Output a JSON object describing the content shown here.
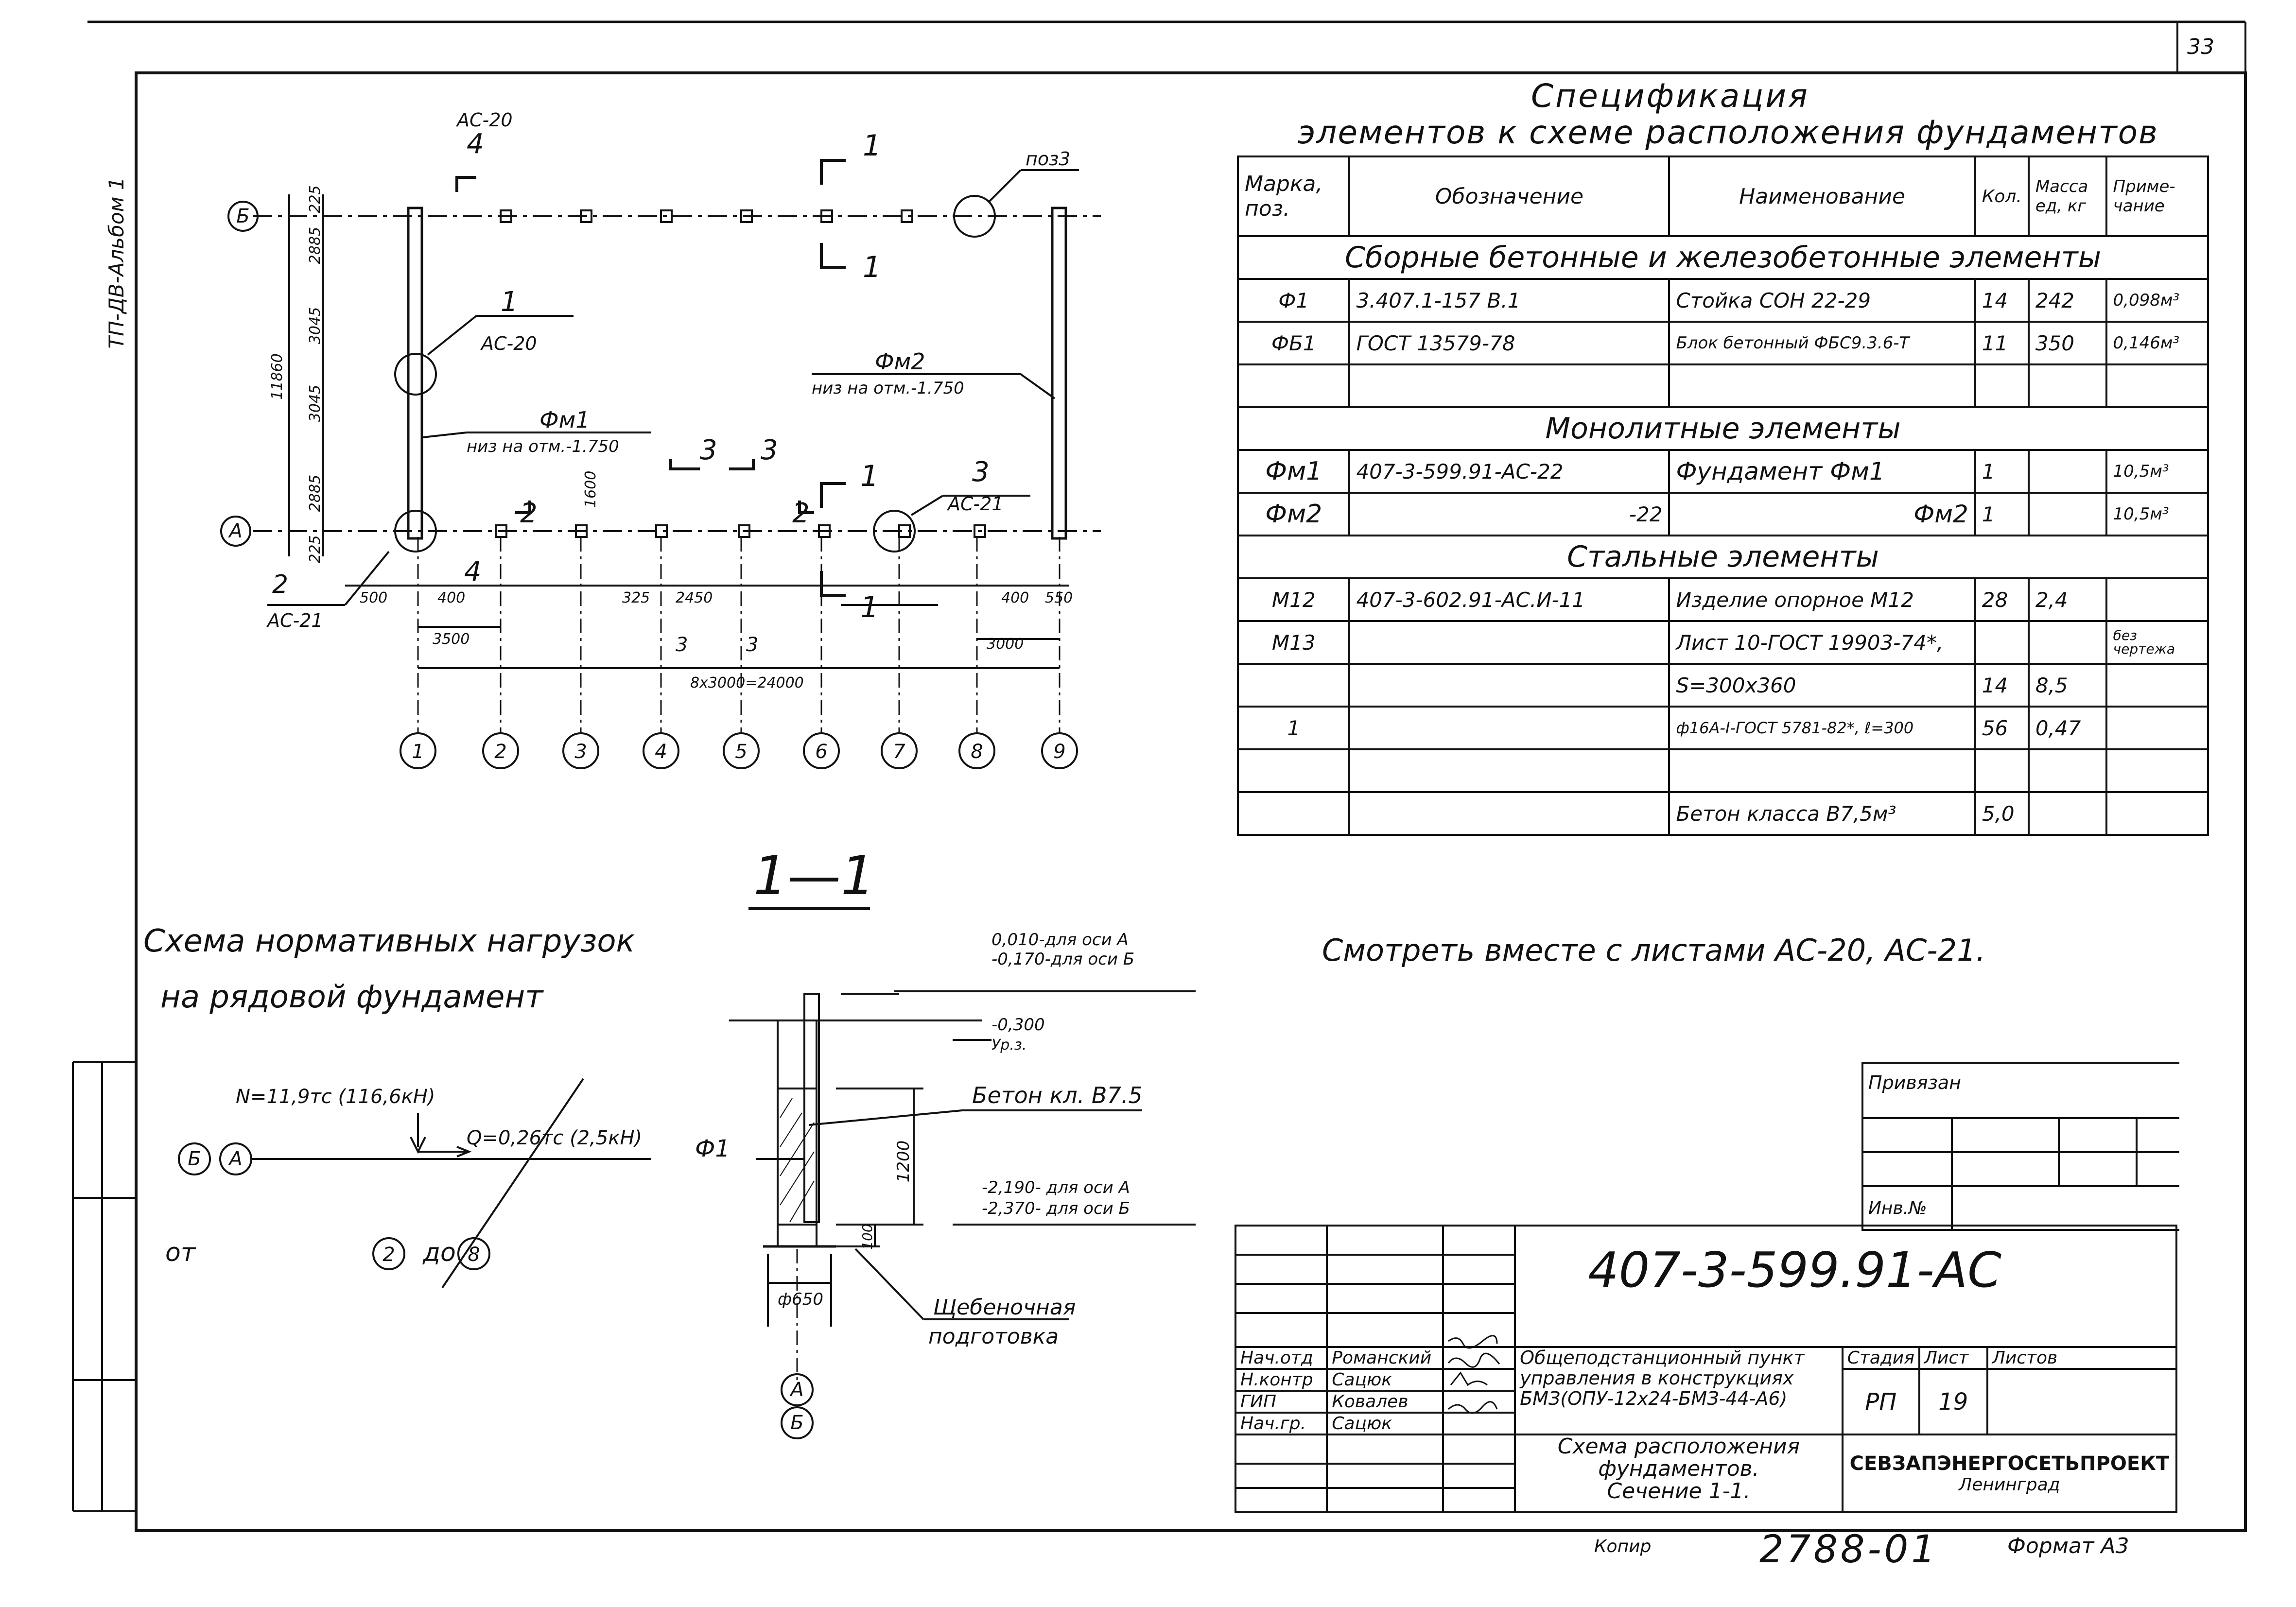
{
  "sheet": {
    "page_number": "33",
    "side_label": "ТП-ДВ-Альбом 1",
    "copied": "Копир",
    "reg_number": "2788-01",
    "format": "Формат А3"
  },
  "plan": {
    "row_labels": [
      "Б",
      "А"
    ],
    "column_labels": [
      "1",
      "2",
      "3",
      "4",
      "5",
      "6",
      "7",
      "8",
      "9"
    ],
    "ac20_top": "АС-20",
    "ac20_top_num": "4",
    "pos3": "поз3",
    "section1": "1",
    "call1_num": "1",
    "call1_ref": "АС-20",
    "fm1": "Фм1",
    "fm1_level": "низ на отм.-1.750",
    "fm2": "Фм2",
    "fm2_level": "низ на отм.-1.750",
    "call3_num": "3",
    "call3_ref": "АС-21",
    "call2_num": "2",
    "call2_ref": "АС-21",
    "section2": "2",
    "section3": "3",
    "section4": "4",
    "dim_left": "11860",
    "dim_225a": "225",
    "dim_2885a": "2885",
    "dim_3045a": "3045",
    "dim_3045b": "3045",
    "dim_2885b": "2885",
    "dim_225b": "225",
    "dim_500": "500",
    "dim_400a": "400",
    "dim_3500": "3500",
    "dim_1600": "1600",
    "dim_325": "325",
    "dim_2450": "2450",
    "dim_400b": "400",
    "dim_550": "550",
    "dim_3000": "3000",
    "dim_total": "8х3000=24000"
  },
  "spec": {
    "title1": "Спецификация",
    "title2": "элементов к схеме расположения фундаментов",
    "headers": [
      "Марка, поз.",
      "Обозначение",
      "Наименование",
      "Кол.",
      "Масса ед, кг",
      "Приме-чание"
    ],
    "section_precast": "Сборные бетонные и железобетонные элементы",
    "rows_precast": [
      [
        "Ф1",
        "3.407.1-157 В.1",
        "Стойка СОН 22-29",
        "14",
        "242",
        "0,098м³"
      ],
      [
        "ФБ1",
        "ГОСТ 13579-78",
        "Блок бетонный ФБС9.3.6-Т",
        "11",
        "350",
        "0,146м³"
      ]
    ],
    "section_monolith": "Монолитные элементы",
    "rows_monolith": [
      [
        "Фм1",
        "407-3-599.91-АС-22",
        "Фундамент Фм1",
        "1",
        "",
        "10,5м³"
      ],
      [
        "Фм2",
        "-22",
        "Фм2",
        "1",
        "",
        "10,5м³"
      ]
    ],
    "section_steel": "Стальные элементы",
    "rows_steel": [
      [
        "М12",
        "407-3-602.91-АС.И-11",
        "Изделие опорное М12",
        "28",
        "2,4",
        ""
      ],
      [
        "М13",
        "",
        "Лист 10-ГОСТ 19903-74*,",
        "",
        "",
        "без чертежа"
      ],
      [
        "",
        "",
        "S=300х360",
        "14",
        "8,5",
        ""
      ],
      [
        "1",
        "",
        "ф16А-I-ГОСТ 5781-82*, ℓ=300",
        "56",
        "0,47",
        ""
      ],
      [
        "",
        "",
        "",
        "",
        "",
        ""
      ],
      [
        "",
        "",
        "Бетон класса В7,5м³",
        "5,0",
        "",
        ""
      ]
    ]
  },
  "see_also": "Смотреть вместе с листами АС-20, АС-21.",
  "loads": {
    "title1": "Схема нормативных нагрузок",
    "title2": "на рядовой фундамент",
    "n_force": "N=11,9тс (116,6кН)",
    "q_force": "Q=0,26тс (2,5кН)",
    "axis_b": "Б",
    "axis_a": "А",
    "from": "от",
    "from_axis": "2",
    "to": "до",
    "to_axis": "8"
  },
  "section": {
    "title": "1—1",
    "lvl1": "0,010-для оси А",
    "lvl2": "-0,170-для оси Б",
    "lvl3": "-0,300",
    "lvl3b": "Ур.з.",
    "concrete": "Бетон кл. В7.5",
    "f1": "Ф1",
    "dim_1200": "1200",
    "lvl4": "-2,190- для оси А",
    "lvl5": "-2,370- для оси Б",
    "dim_100": "100",
    "diameter": "ф650",
    "gravel1": "Щебеночная",
    "gravel2": "подготовка",
    "axis_a": "А",
    "axis_b": "Б"
  },
  "stamp": {
    "attached": "Привязан",
    "inv": "Инв.№",
    "code": "407-3-599.91-АС",
    "roles": [
      "Нач.отд",
      "Н.контр",
      "ГИП",
      "Нач.гр."
    ],
    "names": [
      "Романский",
      "Сацюк",
      "Ковалев",
      "Сацюк"
    ],
    "project1": "Общеподстанционный пункт",
    "project2": "управления в конструкциях",
    "project3": "БМЗ(ОПУ-12х24-БМЗ-44-А6)",
    "stage_h": "Стадия",
    "sheet_h": "Лист",
    "sheets_h": "Листов",
    "stage": "РП",
    "sheet": "19",
    "drawing1": "Схема расположения",
    "drawing2": "фундаментов.",
    "drawing3": "Сечение 1-1.",
    "org1": "СЕВЗАПЭНЕРГОСЕТЬПРОЕКТ",
    "org2": "Ленинград"
  }
}
